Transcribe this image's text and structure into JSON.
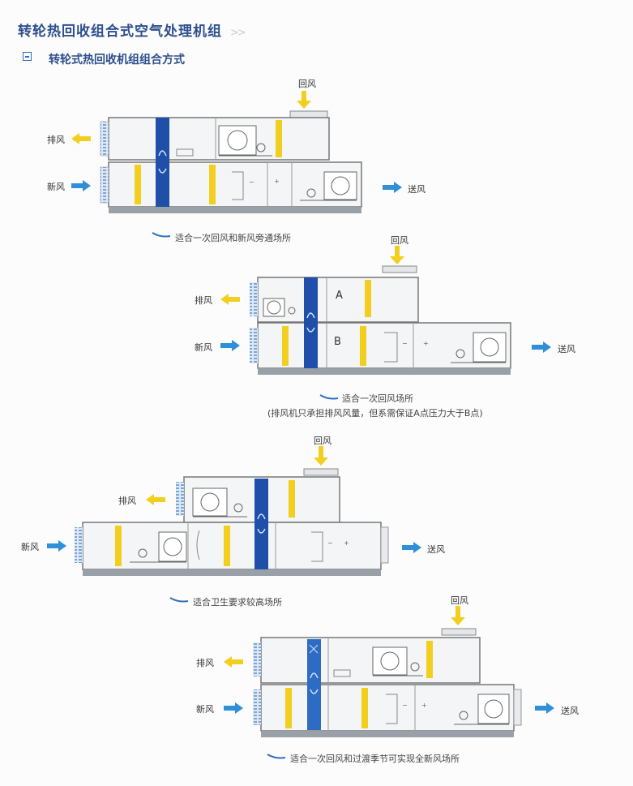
{
  "header": {
    "title": "转轮热回收组合式空气处理机组",
    "title_chevron": ">>",
    "subtitle": "转轮式热回收机组组合方式"
  },
  "labels": {
    "return_air": "回风",
    "exhaust_air": "排风",
    "fresh_air": "新风",
    "supply_air": "送风"
  },
  "configs": [
    {
      "caption": "适合一次回风和新风旁通场所"
    },
    {
      "caption": "适合一次回风场所",
      "note": "(排风机只承担排风风量，但系需保证A点压力大于B点)",
      "point_a": "A",
      "point_b": "B"
    },
    {
      "caption": "适合卫生要求较高场所"
    },
    {
      "caption": "适合一次回风和过渡季节可实现全新风场所"
    }
  ],
  "colors": {
    "title_blue": "#2d4f8e",
    "wheel_blue": "#1f4fa8",
    "filter_yellow": "#f2cf1f",
    "arrow_yellow": "#f2cf1f",
    "arrow_blue": "#2f8fd8",
    "casing_gray": "#8a8e96"
  }
}
